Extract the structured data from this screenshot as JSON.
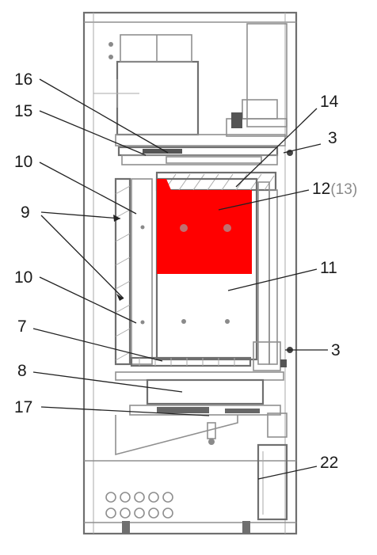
{
  "diagram": {
    "highlight_color": "#ff0000",
    "labels": [
      {
        "id": "16",
        "text": "16"
      },
      {
        "id": "15",
        "text": "15"
      },
      {
        "id": "10a",
        "text": "10"
      },
      {
        "id": "9",
        "text": "9"
      },
      {
        "id": "10b",
        "text": "10"
      },
      {
        "id": "7",
        "text": "7"
      },
      {
        "id": "8",
        "text": "8"
      },
      {
        "id": "17",
        "text": "17"
      },
      {
        "id": "14",
        "text": "14"
      },
      {
        "id": "3a",
        "text": "3"
      },
      {
        "id": "12",
        "text": "12",
        "suffix": "(13)"
      },
      {
        "id": "11",
        "text": "11"
      },
      {
        "id": "3b",
        "text": "3"
      },
      {
        "id": "22",
        "text": "22"
      }
    ]
  }
}
